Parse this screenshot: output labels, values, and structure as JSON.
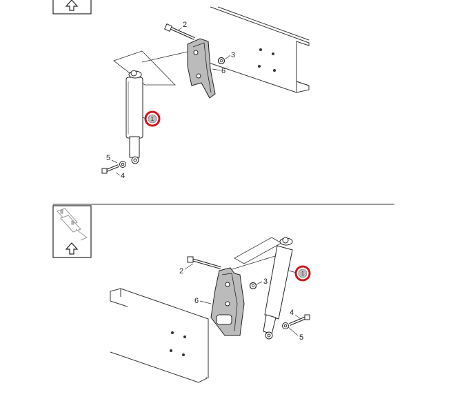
{
  "diagram": {
    "upper_view": {
      "callouts": {
        "c1": "1",
        "c2": "2",
        "c3": "3",
        "c4": "4",
        "c5": "5",
        "c6": "6"
      }
    },
    "lower_view": {
      "callouts": {
        "c1": "1",
        "c2": "2",
        "c3": "3",
        "c4": "4",
        "c5": "5",
        "c6": "6"
      }
    },
    "colors": {
      "line": "#333333",
      "frame_fill": "#ffffff",
      "bracket_fill": "#8a8a8a",
      "highlight_ring": "#d0141c",
      "highlight_fill": "#bdbdbd"
    },
    "icons": [
      "front-direction-arrow-icon",
      "vehicle-orientation-icon"
    ]
  }
}
